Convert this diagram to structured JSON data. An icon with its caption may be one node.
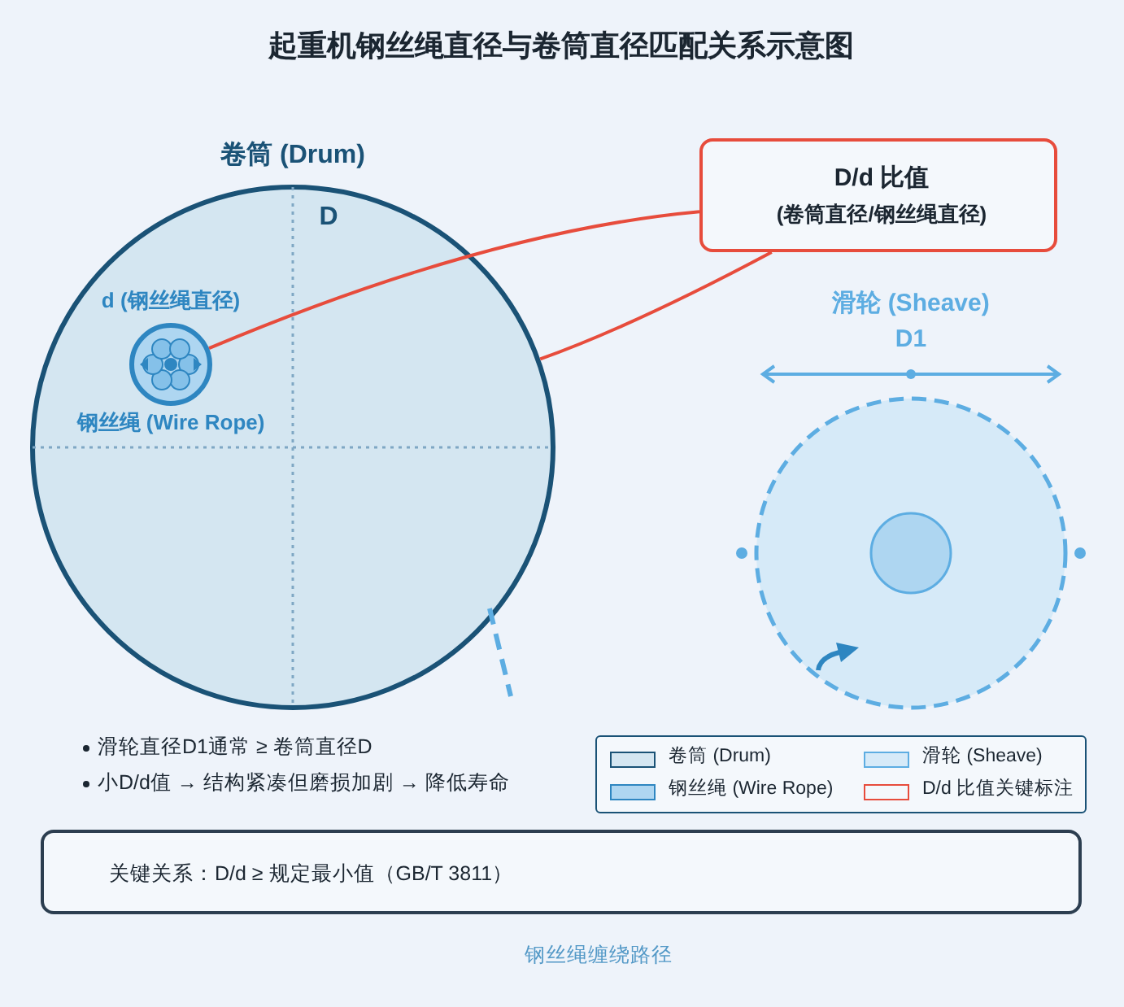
{
  "diagram": {
    "title": "起重机钢丝绳直径与卷筒直径匹配关系示意图",
    "nodes": [
      {
        "text": [
          "卷筒 (Drum)"
        ],
        "beside": [
          "D"
        ]
      },
      {
        "text": [
          "钢丝绳 (Wire Rope)"
        ],
        "beside": [
          "d (钢丝绳直径)"
        ],
        "in": 0
      },
      {
        "text": [
          "D/d 比值",
          "(卷筒直径/钢丝绳直径)"
        ]
      },
      {
        "text": [
          "滑轮 (Sheave)"
        ],
        "beside": [
          "D1"
        ]
      },
      {
        "text": [],
        "shape": "circle",
        "in": 3
      },
      {
        "text": [
          "关键关系：D/d ≥ 规定最小值（GB/T 3811）"
        ]
      }
    ],
    "edges": [
      {
        "from": 2,
        "to": 1,
        "arrow": "none"
      },
      {
        "from": 2,
        "to": 0,
        "arrow": "none"
      }
    ],
    "labels": [
      "滑轮直径D1通常 ≥ 卷筒直径D",
      "小D/d值 → 结构紧凑但磨损加剧 → 降低寿命",
      "钢丝绳缠绕路径"
    ],
    "legend": [
      {
        "text": "卷筒 (Drum)",
        "color": "#d4e6f1"
      },
      {
        "text": "滑轮 (Sheave)",
        "color": "#d6eaf8"
      },
      {
        "text": "钢丝绳 (Wire Rope)",
        "color": "#aed6f1"
      },
      {
        "text": "D/d 比值关键标注",
        "color": "#e74c3c"
      }
    ]
  }
}
